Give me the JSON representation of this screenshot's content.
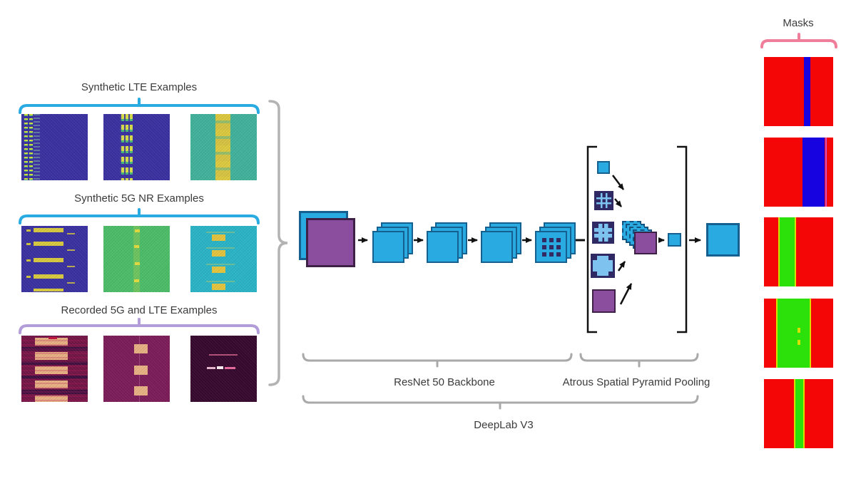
{
  "example_groups": [
    {
      "label": "Synthetic LTE Examples",
      "bracket_color": "#29abe2",
      "image_count": 3
    },
    {
      "label": "Synthetic 5G NR Examples",
      "bracket_color": "#29abe2",
      "image_count": 3
    },
    {
      "label": "Recorded 5G and LTE Examples",
      "bracket_color": "#b39dd8",
      "image_count": 3
    }
  ],
  "network": {
    "backbone_label": "ResNet 50 Backbone",
    "aspp_label": "Atrous Spatial Pyramid Pooling",
    "model_label": "DeepLab V3"
  },
  "masks_panel": {
    "title": "Masks",
    "bracket_color": "#ef7e9b",
    "mask_count": 5,
    "masks": [
      {
        "background": "#f50606",
        "stripes": [
          {
            "color": "#1703e0",
            "left_pct": 58,
            "width_pct": 9
          }
        ]
      },
      {
        "background": "#f50606",
        "stripes": [
          {
            "color": "#1703e0",
            "left_pct": 56,
            "width_pct": 32
          },
          {
            "color": "#d44fc4",
            "left_pct": 88.5,
            "width_pct": 2.5
          }
        ]
      },
      {
        "background": "#f50606",
        "stripes": [
          {
            "color": "#2ce00a",
            "left_pct": 20.5,
            "width_pct": 25.5,
            "edge_color": "#d8e000"
          }
        ]
      },
      {
        "background": "#f50606",
        "stripes": [
          {
            "color": "#2ce00a",
            "left_pct": 18,
            "width_pct": 50.5,
            "edge_color": "#d8e000"
          }
        ]
      },
      {
        "background": "#f50606",
        "stripes": [
          {
            "color": "#2ce00a",
            "left_pct": 43.5,
            "width_pct": 15.5,
            "edge_color": "#d8e000"
          }
        ]
      }
    ]
  },
  "palette": {
    "feature_map_blue": "#29abe2",
    "feature_map_purple": "#8b4d9e",
    "hash_dark": "#2f2a63",
    "hash_light": "#7ec3ef",
    "arrow_black": "#111111",
    "group_bracket_gray": "#b3b3b3",
    "label_text": "#3b3b3b"
  }
}
